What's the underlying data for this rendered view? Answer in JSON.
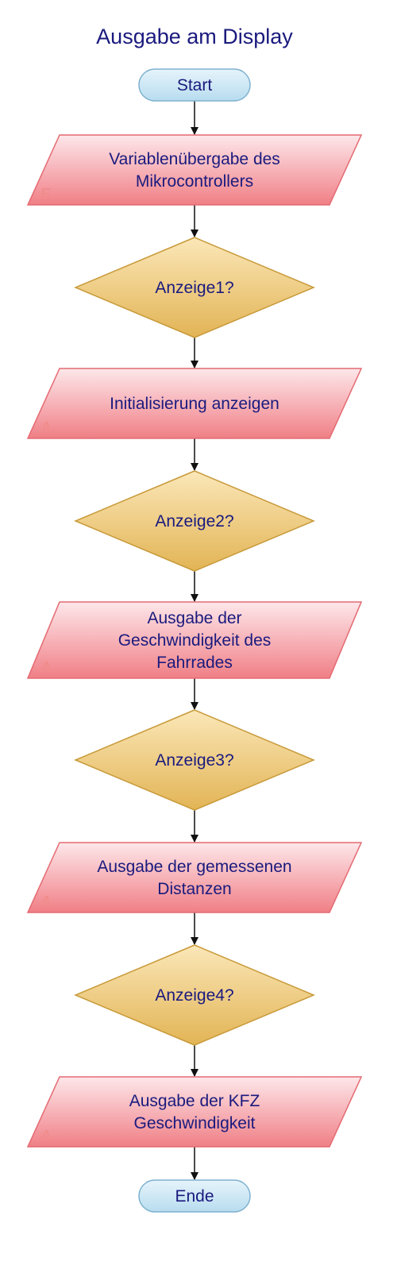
{
  "diagram": {
    "title": "Ausgabe am Display",
    "nodes": {
      "start": {
        "type": "terminal",
        "lines": [
          "Start"
        ]
      },
      "variablen": {
        "type": "io",
        "io_label": "E",
        "lines": [
          "Variablenübergabe des",
          "Mikrocontrollers"
        ]
      },
      "anzeige1": {
        "type": "decision",
        "lines": [
          "Anzeige1?"
        ]
      },
      "init": {
        "type": "io",
        "io_label": "A",
        "lines": [
          "Initialisierung anzeigen"
        ]
      },
      "anzeige2": {
        "type": "decision",
        "lines": [
          "Anzeige2?"
        ]
      },
      "geschw_rad": {
        "type": "io",
        "io_label": "A",
        "lines": [
          "Ausgabe der",
          "Geschwindigkeit des",
          "Fahrrades"
        ]
      },
      "anzeige3": {
        "type": "decision",
        "lines": [
          "Anzeige3?"
        ]
      },
      "distanzen": {
        "type": "io",
        "io_label": "A",
        "lines": [
          "Ausgabe der gemessenen",
          "Distanzen"
        ]
      },
      "anzeige4": {
        "type": "decision",
        "lines": [
          "Anzeige4?"
        ]
      },
      "kfz": {
        "type": "io",
        "io_label": "A",
        "lines": [
          "Ausgabe der KFZ",
          "Geschwindigkeit"
        ]
      },
      "ende": {
        "type": "terminal",
        "lines": [
          "Ende"
        ]
      }
    },
    "edges": [
      [
        "start",
        "variablen"
      ],
      [
        "variablen",
        "anzeige1"
      ],
      [
        "anzeige1",
        "init"
      ],
      [
        "init",
        "anzeige2"
      ],
      [
        "anzeige2",
        "geschw_rad"
      ],
      [
        "geschw_rad",
        "anzeige3"
      ],
      [
        "anzeige3",
        "distanzen"
      ],
      [
        "distanzen",
        "anzeige4"
      ],
      [
        "anzeige4",
        "kfz"
      ],
      [
        "kfz",
        "ende"
      ]
    ],
    "colors": {
      "title": "#1a1a7e",
      "text": "#1a1a7e",
      "terminal_fill_top": "#e6f4fb",
      "terminal_fill_bottom": "#b7dcef",
      "terminal_stroke": "#7fb1cf",
      "io_fill_top": "#fde7ea",
      "io_fill_bottom": "#f07f86",
      "io_stroke": "#e46a72",
      "io_letter": "#f08c8c",
      "decision_fill_top": "#fbe7b8",
      "decision_fill_bottom": "#e2b455",
      "decision_stroke": "#c89a3a",
      "arrow": "#111111"
    }
  }
}
